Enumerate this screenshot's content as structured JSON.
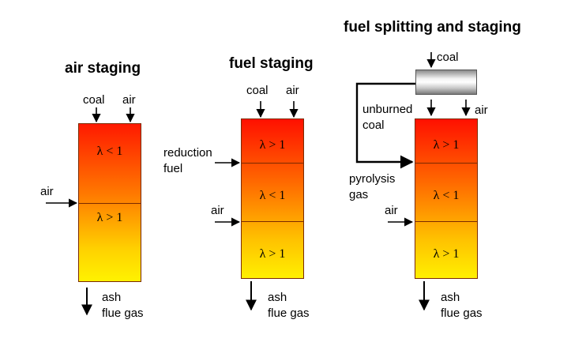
{
  "panels": {
    "air_staging": {
      "title": "air staging",
      "inputs_top": [
        "coal",
        "air"
      ],
      "side_air": "air",
      "zones": [
        "λ < 1",
        "λ > 1"
      ],
      "outputs": [
        "ash",
        "flue gas"
      ]
    },
    "fuel_staging": {
      "title": "fuel staging",
      "inputs_top": [
        "coal",
        "air"
      ],
      "side_reduction": [
        "reduction",
        "fuel"
      ],
      "side_air": "air",
      "zones": [
        "λ > 1",
        "λ < 1",
        "λ > 1"
      ],
      "outputs": [
        "ash",
        "flue gas"
      ]
    },
    "fuel_splitting": {
      "title": "fuel splitting and staging",
      "coal_in": "coal",
      "unburned": [
        "unburned",
        "coal"
      ],
      "air_top": "air",
      "pyrolysis": [
        "pyrolysis",
        "gas"
      ],
      "side_air": "air",
      "zones": [
        "λ > 1",
        "λ < 1",
        "λ > 1"
      ],
      "outputs": [
        "ash",
        "flue gas"
      ]
    }
  },
  "colors": {
    "zone_top": "#ff1a00",
    "zone_bottom": "#fff200",
    "arrow": "#000000",
    "mill": "#c8c8c8"
  }
}
